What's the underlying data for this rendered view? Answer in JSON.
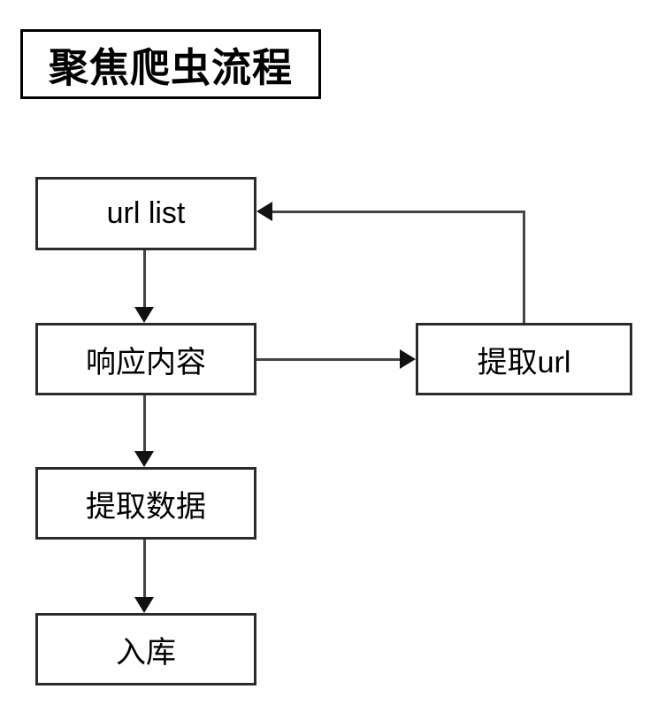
{
  "diagram": {
    "title": "聚焦爬虫流程",
    "nodes": [
      {
        "id": "url-list",
        "label": "url list"
      },
      {
        "id": "response-content",
        "label": "响应内容"
      },
      {
        "id": "extract-url",
        "label": "提取url"
      },
      {
        "id": "extract-data",
        "label": "提取数据"
      },
      {
        "id": "store-db",
        "label": "入库"
      }
    ],
    "edges": [
      {
        "from": "url-list",
        "to": "response-content",
        "direction": "down"
      },
      {
        "from": "response-content",
        "to": "extract-url",
        "direction": "right"
      },
      {
        "from": "extract-url",
        "to": "url-list",
        "direction": "up-then-left",
        "type": "feedback-loop"
      },
      {
        "from": "response-content",
        "to": "extract-data",
        "direction": "down"
      },
      {
        "from": "extract-data",
        "to": "store-db",
        "direction": "down"
      }
    ],
    "colors": {
      "background": "#ffffff",
      "box_border": "#2b2b2b",
      "line": "#454545",
      "arrowhead": "#111111",
      "text": "#000000"
    }
  }
}
